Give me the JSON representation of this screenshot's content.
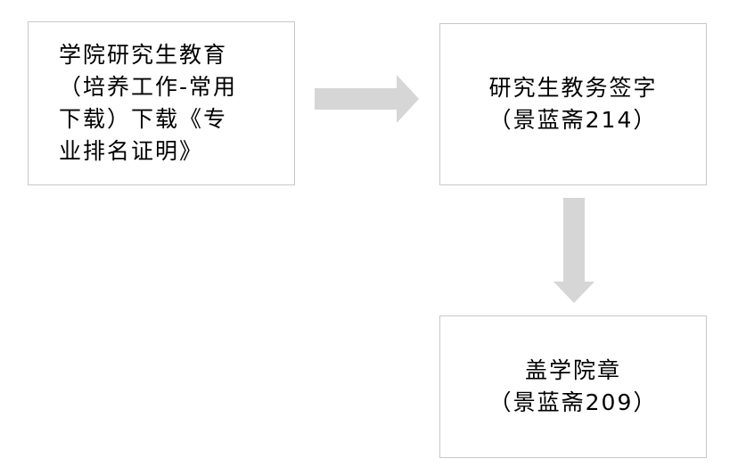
{
  "colors": {
    "box_border": "#c8c8c8",
    "arrow_fill": "#d6d6d6",
    "text": "#000000"
  },
  "steps": [
    {
      "lines": [
        "学院研究生教育",
        "（培养工作-常用",
        "下载）下载《专",
        "业排名证明》"
      ]
    },
    {
      "lines": [
        "研究生教务签字",
        "（景蓝斋214）"
      ]
    },
    {
      "lines": [
        "盖学院章",
        "（景蓝斋209）"
      ]
    }
  ],
  "connectors": [
    {
      "from": "step-1",
      "to": "step-2",
      "icon": "arrow-right-icon"
    },
    {
      "from": "step-2",
      "to": "step-3",
      "icon": "arrow-down-icon"
    }
  ]
}
